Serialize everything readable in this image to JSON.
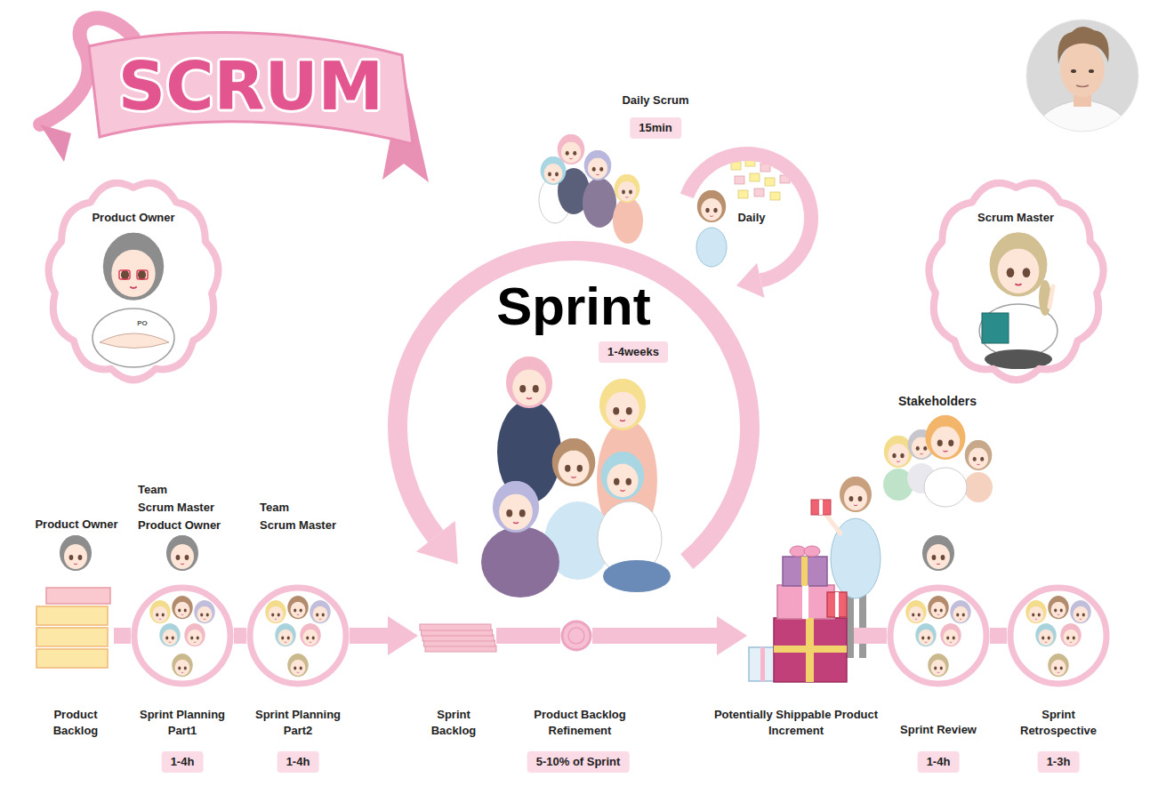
{
  "diagram": {
    "title": "SCRUM",
    "nodes": [
      {
        "text": [
          "Product Owner"
        ]
      },
      {
        "text": [
          "Scrum Master"
        ]
      },
      {
        "text": [
          "Daily Scrum",
          "15min",
          "Daily"
        ]
      },
      {
        "text": [
          "Sprint",
          "1-4weeks"
        ]
      },
      {
        "text": [
          "Product Owner",
          "Product Backlog"
        ]
      },
      {
        "text": [
          "Team",
          "Scrum Master",
          "Product Owner",
          "Sprint Planning Part1",
          "1-4h"
        ]
      },
      {
        "text": [
          "Team",
          "Scrum Master",
          "Sprint Planning Part2",
          "1-4h"
        ]
      },
      {
        "text": [
          "Sprint Backlog"
        ]
      },
      {
        "text": [
          "Product Backlog Refinement",
          "5-10% of Sprint"
        ]
      },
      {
        "text": [
          "Potentially Shippable Product Increment"
        ]
      },
      {
        "text": [
          "Sprint Review",
          "1-4h"
        ]
      },
      {
        "text": [
          "Sprint Retrospective",
          "1-3h"
        ]
      }
    ],
    "edges": [
      {
        "from": 4,
        "to": 5,
        "arrow": "none"
      },
      {
        "from": 5,
        "to": 6,
        "arrow": "none"
      },
      {
        "from": 6,
        "to": 7,
        "arrow": "to"
      },
      {
        "from": 7,
        "to": 8,
        "arrow": "none"
      },
      {
        "from": 8,
        "to": 9,
        "arrow": "to"
      },
      {
        "from": 9,
        "to": 10,
        "arrow": "none"
      },
      {
        "from": 10,
        "to": 11,
        "arrow": "none"
      }
    ],
    "labels": [
      "PO",
      "Stakeholders"
    ]
  }
}
